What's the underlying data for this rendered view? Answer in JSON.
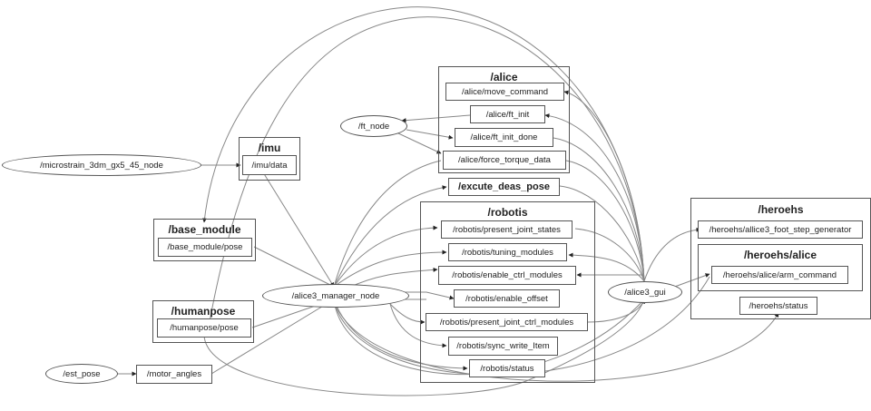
{
  "graph": {
    "nodes": {
      "microstrain": "/microstrain_3dm_gx5_45_node",
      "ft_node": "/ft_node",
      "manager": "/alice3_manager_node",
      "gui": "/alice3_gui",
      "est_pose": "/est_pose"
    },
    "clusters": {
      "imu": {
        "title": "/imu",
        "topics": [
          "/imu/data"
        ]
      },
      "alice": {
        "title": "/alice",
        "topics": [
          "/alice/move_command",
          "/alice/ft_init",
          "/alice/ft_init_done",
          "/alice/force_torque_data"
        ]
      },
      "base_module": {
        "title": "/base_module",
        "topics": [
          "/base_module/pose"
        ]
      },
      "humanpose": {
        "title": "/humanpose",
        "topics": [
          "/humanpose/pose"
        ]
      },
      "robotis": {
        "title": "/robotis",
        "topics": [
          "/robotis/present_joint_states",
          "/robotis/tuning_modules",
          "/robotis/enable_ctrl_modules",
          "/robotis/enable_offset",
          "/robotis/present_joint_ctrl_modules",
          "/robotis/sync_write_Item",
          "/robotis/status"
        ]
      },
      "heroehs": {
        "title": "/heroehs",
        "topics": [
          "/heroehs/allice3_foot_step_generator",
          "/heroehs/status"
        ]
      },
      "heroehs_alice": {
        "title": "/heroehs/alice",
        "topics": [
          "/heroehs/alice/arm_command"
        ]
      }
    },
    "standalone_topics": {
      "excute_deas_pose": "/excute_deas_pose",
      "motor_angles": "/motor_angles"
    }
  }
}
